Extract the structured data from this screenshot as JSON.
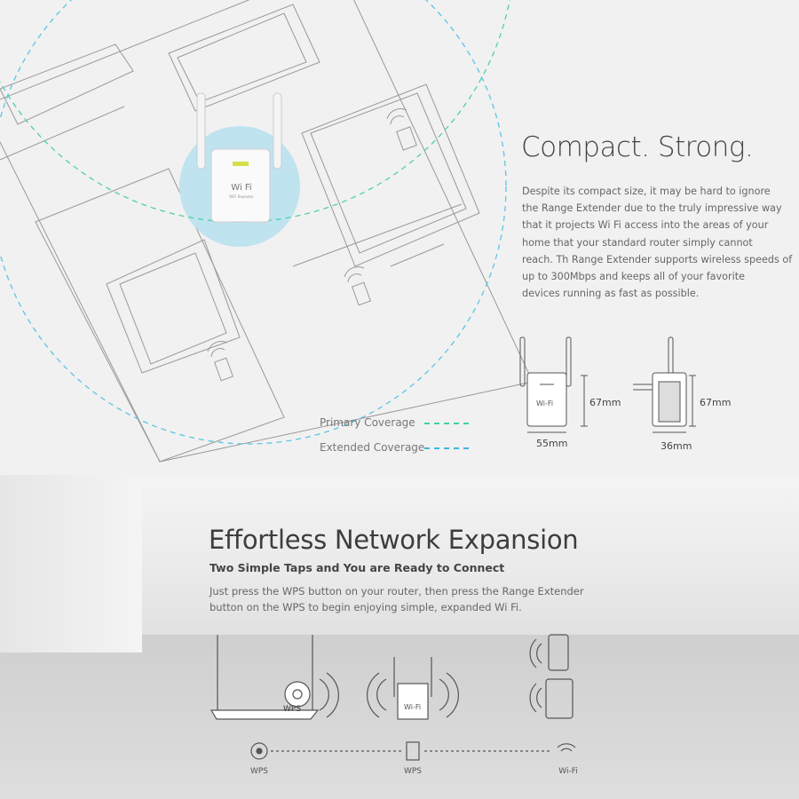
{
  "compact": {
    "title": "Compact. Strong.",
    "paragraph": [
      "Despite its compact size, it may be hard to ignore",
      "the Range Extender due to the truly impressive way",
      "that it projects Wi Fi access into the areas of your",
      "home that your standard router simply cannot",
      "reach. Th Range Extender supports wireless speeds of",
      "up to 300Mbps and keeps all of your favorite",
      "devices running as fast as possible."
    ],
    "legend": [
      {
        "label": "Primary Coverage",
        "color": "#3fd1a0"
      },
      {
        "label": "Extended Coverage",
        "color": "#3bb8e0"
      }
    ],
    "device_label": "Wi Fi",
    "device_sublabel": "WiFi Repeater",
    "front_view": {
      "height": "67mm",
      "width": "55mm",
      "label": "Wi-Fi"
    },
    "side_view": {
      "height": "67mm",
      "width": "36mm"
    }
  },
  "expansion": {
    "title": "Effortless Network Expansion",
    "subtitle": "Two Simple Taps and You are Ready to Connect",
    "body": [
      "Just press the WPS button on your router, then press the Range Extender",
      "button on the WPS  to begin enjoying simple, expanded Wi Fi."
    ],
    "router_button": "WPS",
    "extender_label": "Wi-Fi",
    "steps": [
      {
        "label": "WPS",
        "icon": "wps-button-icon"
      },
      {
        "label": "WPS",
        "icon": "extender-icon"
      },
      {
        "label": "Wi-Fi",
        "icon": "wifi-icon"
      }
    ]
  }
}
